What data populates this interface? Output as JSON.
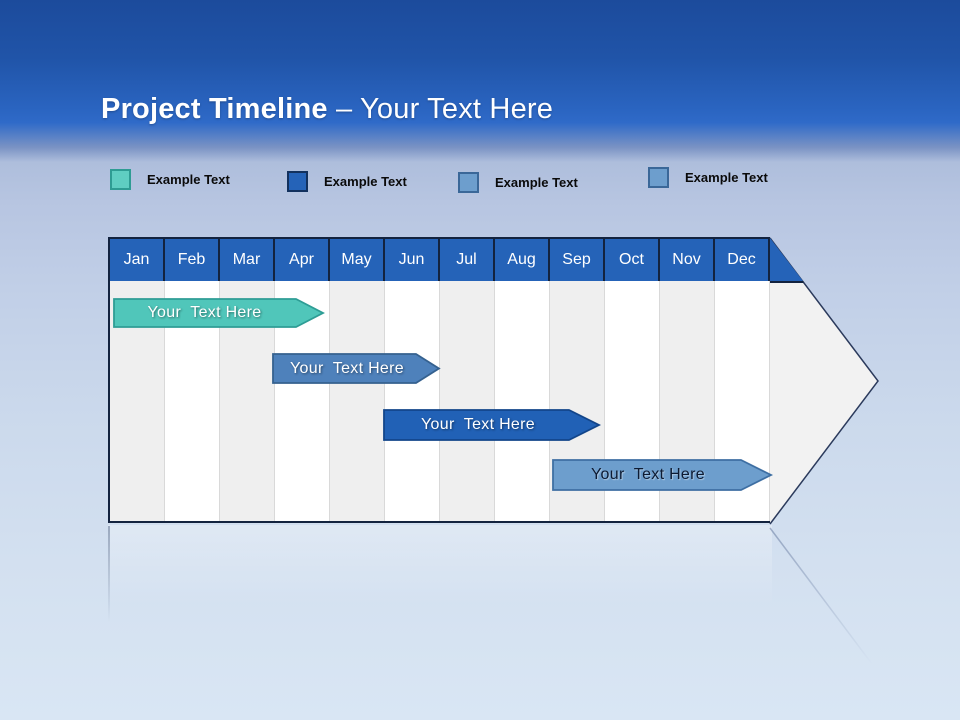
{
  "title": {
    "bold": "Project Timeline",
    "rest": " – Your Text Here"
  },
  "legend": {
    "items": [
      {
        "label": "Example Text",
        "color": "#5FCEC2",
        "border_color": "#2E9C93"
      },
      {
        "label": "Example Text",
        "color": "#2563B8",
        "border_color": "#12315E"
      },
      {
        "label": "Example Text",
        "color": "#6D9ECD",
        "border_color": "#3A6798"
      },
      {
        "label": "Example Text",
        "color": "#6D9ECD",
        "border_color": "#3A6798"
      }
    ]
  },
  "timeline": {
    "months": [
      "Jan",
      "Feb",
      "Mar",
      "Apr",
      "May",
      "Jun",
      "Jul",
      "Aug",
      "Sep",
      "Oct",
      "Nov",
      "Dec"
    ],
    "header_color": "#2563B8",
    "body_stripe_colors": [
      "#EFEFEF",
      "#FFFFFF"
    ],
    "arrow_fill": "#F2F2F2",
    "outline_color": "#13233F",
    "bars": [
      {
        "label": "Your  Text Here",
        "color": "#50C6BA",
        "stroke": "#2E9D95",
        "text_color": "#FFFFFF",
        "start": "Jan",
        "end": "Apr"
      },
      {
        "label": "Your  Text Here",
        "color": "#4E81BB",
        "stroke": "#35618F",
        "text_color": "#FFFFFF",
        "start": "Apr",
        "end": "Jun"
      },
      {
        "label": "Your  Text Here",
        "color": "#2161B6",
        "stroke": "#12458A",
        "text_color": "#FFFFFF",
        "start": "Jun",
        "end": "Sep"
      },
      {
        "label": "Your  Text Here",
        "color": "#6D9ECD",
        "stroke": "#3E6FA3",
        "text_color": "#0D1B33",
        "start": "Sep",
        "end": "Dec"
      }
    ]
  }
}
